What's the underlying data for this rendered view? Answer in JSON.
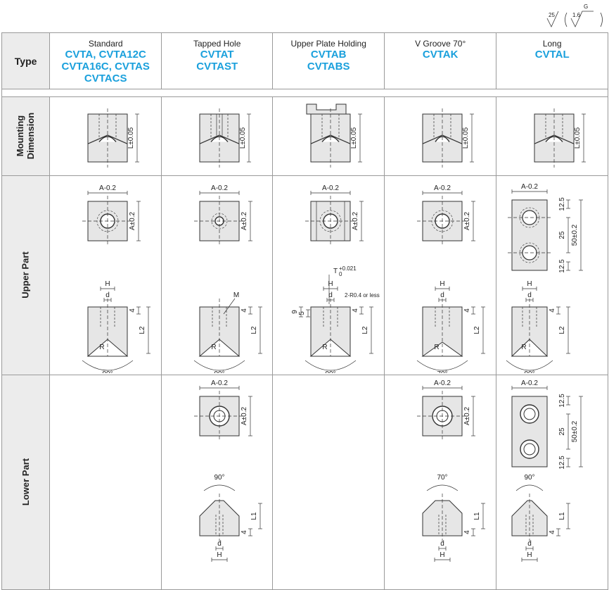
{
  "roughness": {
    "left_value": "25",
    "right_value": "1.6",
    "right_sup": "G"
  },
  "header": {
    "type_label": "Type",
    "columns": [
      {
        "title": "Standard",
        "codes": [
          "CVTA, CVTA12C",
          "CVTA16C, CVTAS",
          "CVTACS"
        ]
      },
      {
        "title": "Tapped Hole",
        "codes": [
          "CVTAT",
          "CVTAST"
        ]
      },
      {
        "title": "Upper Plate Holding",
        "codes": [
          "CVTAB",
          "CVTABS"
        ]
      },
      {
        "title": "V Groove 70°",
        "codes": [
          "CVTAK"
        ]
      },
      {
        "title": "Long",
        "codes": [
          "CVTAL"
        ]
      }
    ]
  },
  "rows": {
    "mounting": [
      "Mounting",
      "Dimension"
    ],
    "upper": "Upper Part",
    "lower": "Lower Part"
  },
  "dims": {
    "L": "L±0.05",
    "A_top": "A-0.2",
    "A_top_zero": "0",
    "A_side": "A±0.2",
    "H": "H",
    "d": "d",
    "four": "4",
    "L2": "L2",
    "L1": "L1",
    "R": "R",
    "M": "M",
    "angle90": "90°",
    "angle70": "70°",
    "d125": "12.5",
    "d25": "25",
    "d50": "50±0.2",
    "tol_T": "T",
    "tol_021": "+0.021",
    "tol_0": "0",
    "nine": "9",
    "five": "5",
    "r04": "2-R0.4 or less"
  }
}
